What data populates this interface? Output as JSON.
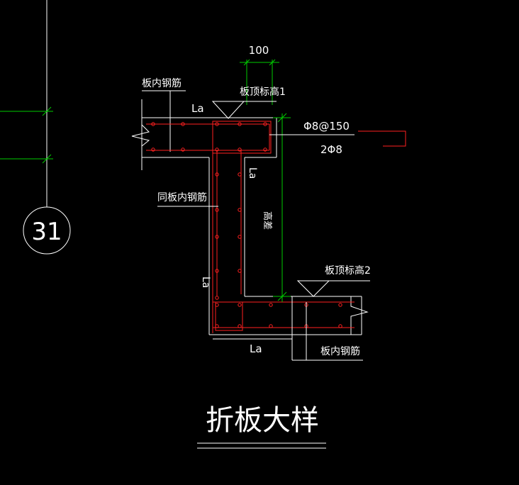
{
  "drawing": {
    "title": "折板大样",
    "grid_label": "31",
    "dimension_top": "100",
    "labels": {
      "slab_top_elev_1": "板顶标高1",
      "slab_top_elev_2": "板顶标高2",
      "slab_rebar_left": "板内钢筋",
      "slab_rebar_right": "板内钢筋",
      "same_as_slab_rebar": "同板内钢筋",
      "la_top": "La",
      "la_vertical_right": "La",
      "la_vertical_left": "La",
      "la_bottom": "La",
      "height_diff": "高差",
      "stirrup": "Φ8@150",
      "longitudinal": "2Φ8"
    },
    "colors": {
      "background": "#000000",
      "outline": "#ffffff",
      "rebar": "#ff2020",
      "dimension": "#00cc00",
      "leader_arrow": "#ff2020"
    }
  }
}
